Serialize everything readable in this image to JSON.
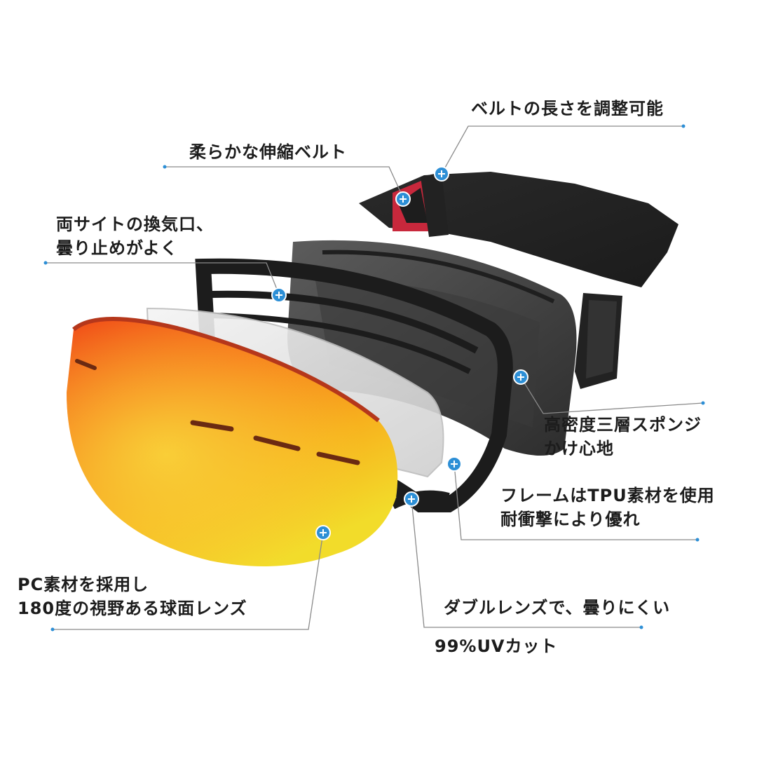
{
  "colors": {
    "accent_dot": "#2d8fd6",
    "leader_line": "#8a8a8a",
    "strap_red": "#c8283c",
    "lens_orange": "#f05a14",
    "lens_yellow": "#f4d21e"
  },
  "callouts": {
    "belt_length": {
      "line1": "ベルトの長さを調整可能"
    },
    "elastic_belt": {
      "line1": "柔らかな伸縮ベルト"
    },
    "vents": {
      "line1": "両サイトの換気口、",
      "line2": "曇り止めがよく"
    },
    "sponge": {
      "line1": "高密度三層スポンジ",
      "line2": "かけ心地"
    },
    "frame": {
      "line1": "フレームはTPU素材を使用",
      "line2": "耐衝撃により優れ"
    },
    "lens": {
      "line1": "PC素材を採用し",
      "line2": "180度の視野ある球面レンズ"
    },
    "double_lens": {
      "line1": "ダブルレンズで、曇りにくい",
      "line2": "99%UVカット"
    }
  },
  "icons": [
    "plus-marker-icon"
  ]
}
